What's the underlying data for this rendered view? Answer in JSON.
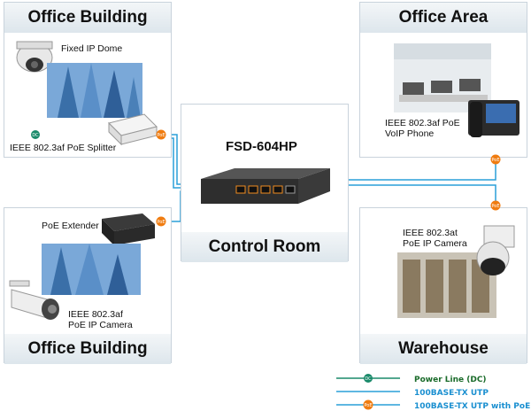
{
  "panels": {
    "office_building_top": {
      "title": "Office Building",
      "devices": [
        "Fixed IP Dome",
        "IEEE 802.3af PoE Splitter"
      ]
    },
    "office_area": {
      "title": "Office Area",
      "devices": [
        "IEEE 802.3af PoE",
        "VoIP Phone"
      ]
    },
    "control_room": {
      "title": "Control Room",
      "device": "FSD-604HP"
    },
    "office_building_bottom": {
      "title": "Office Building",
      "devices": [
        "PoE Extender",
        "IEEE 802.3af",
        "PoE IP Camera"
      ]
    },
    "warehouse": {
      "title": "Warehouse",
      "devices": [
        "IEEE 802.3at",
        "PoE IP Camera"
      ]
    }
  },
  "badges": {
    "dc": "DC",
    "poe": "PoE"
  },
  "legend": {
    "items": [
      {
        "label": "Power Line (DC)",
        "color": "#1a6b2a"
      },
      {
        "label": "100BASE-TX UTP",
        "color": "#1a8fd0"
      },
      {
        "label": "100BASE-TX UTP with PoE",
        "color": "#1a8fd0"
      }
    ]
  },
  "colors": {
    "link": "#2a9fd8",
    "poe_badge": "#f07c10",
    "dc_badge": "#1a8a6a",
    "panel_border": "#c9d3dc"
  }
}
